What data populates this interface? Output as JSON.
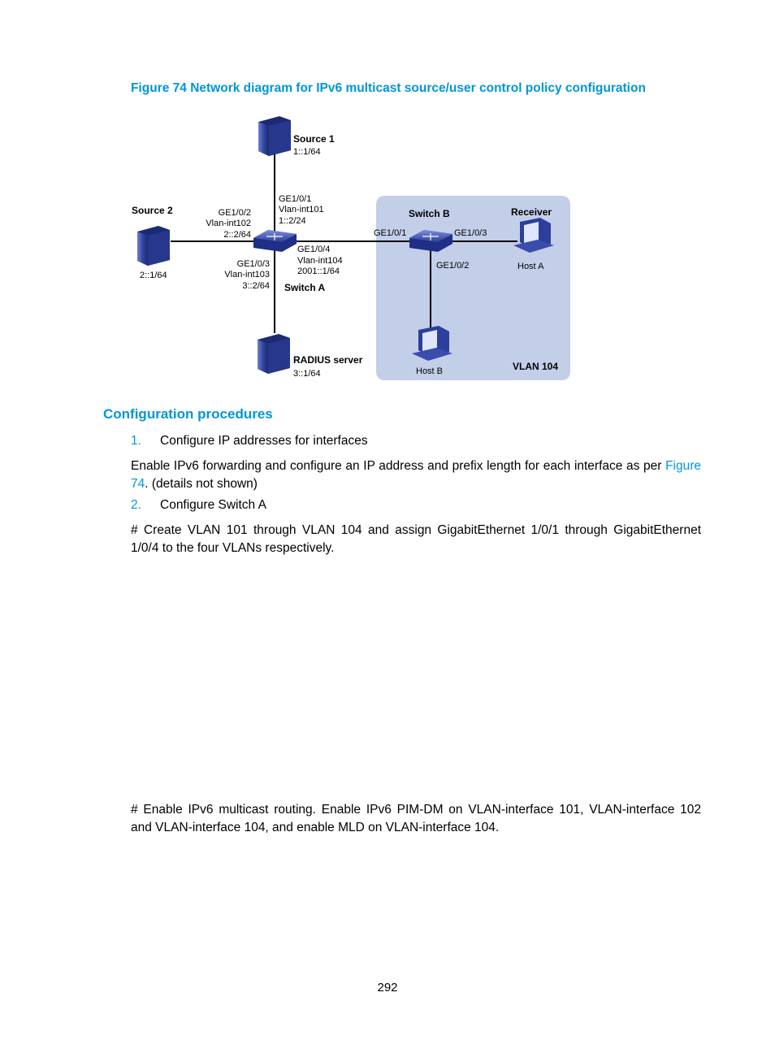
{
  "figure": {
    "title": "Figure 74 Network diagram for IPv6 multicast source/user control policy configuration",
    "nodes": {
      "source1": {
        "name": "Source 1",
        "address": "1::1/64"
      },
      "source2": {
        "name": "Source 2",
        "address": "2::1/64"
      },
      "radius": {
        "name": "RADIUS server",
        "address": "3::1/64"
      },
      "switch_a": {
        "name": "Switch A"
      },
      "switch_b": {
        "name": "Switch B"
      },
      "receiver": {
        "role": "Receiver",
        "name": "Host A"
      },
      "host_b": {
        "name": "Host B"
      },
      "vlan": {
        "name": "VLAN 104"
      }
    },
    "interfaces": {
      "a_ge1": {
        "port": "GE1/0/1",
        "vlan": "Vlan-int101",
        "address": "1::2/24"
      },
      "a_ge2": {
        "port": "GE1/0/2",
        "vlan": "Vlan-int102",
        "address": "2::2/64"
      },
      "a_ge3": {
        "port": "GE1/0/3",
        "vlan": "Vlan-int103",
        "address": "3::2/64"
      },
      "a_ge4": {
        "port": "GE1/0/4",
        "vlan": "Vlan-int104",
        "address": "2001::1/64"
      },
      "b_ge1": {
        "port": "GE1/0/1"
      },
      "b_ge2": {
        "port": "GE1/0/2"
      },
      "b_ge3": {
        "port": "GE1/0/3"
      }
    }
  },
  "section": {
    "title": "Configuration procedures"
  },
  "steps": [
    {
      "num": "1.",
      "text": "Configure IP addresses for interfaces"
    },
    {
      "num": "2.",
      "text": "Configure Switch A"
    }
  ],
  "paragraphs": {
    "p1_before": "Enable IPv6 forwarding and configure an IP address and prefix length for each interface as per ",
    "p1_link": "Figure 74",
    "p1_after": ". (details not shown)",
    "p2": "# Create VLAN 101 through VLAN 104 and assign GigabitEthernet 1/0/1 through GigabitEthernet 1/0/4 to the four VLANs respectively.",
    "p3": "# Enable IPv6 multicast routing. Enable IPv6 PIM-DM on VLAN-interface 101, VLAN-interface 102 and VLAN-interface 104, and enable MLD on VLAN-interface 104."
  },
  "page_number": "292",
  "colors": {
    "accent": "#0096d6",
    "vlan_bg": "#c3cfe9",
    "device": "#2d3f9c"
  }
}
